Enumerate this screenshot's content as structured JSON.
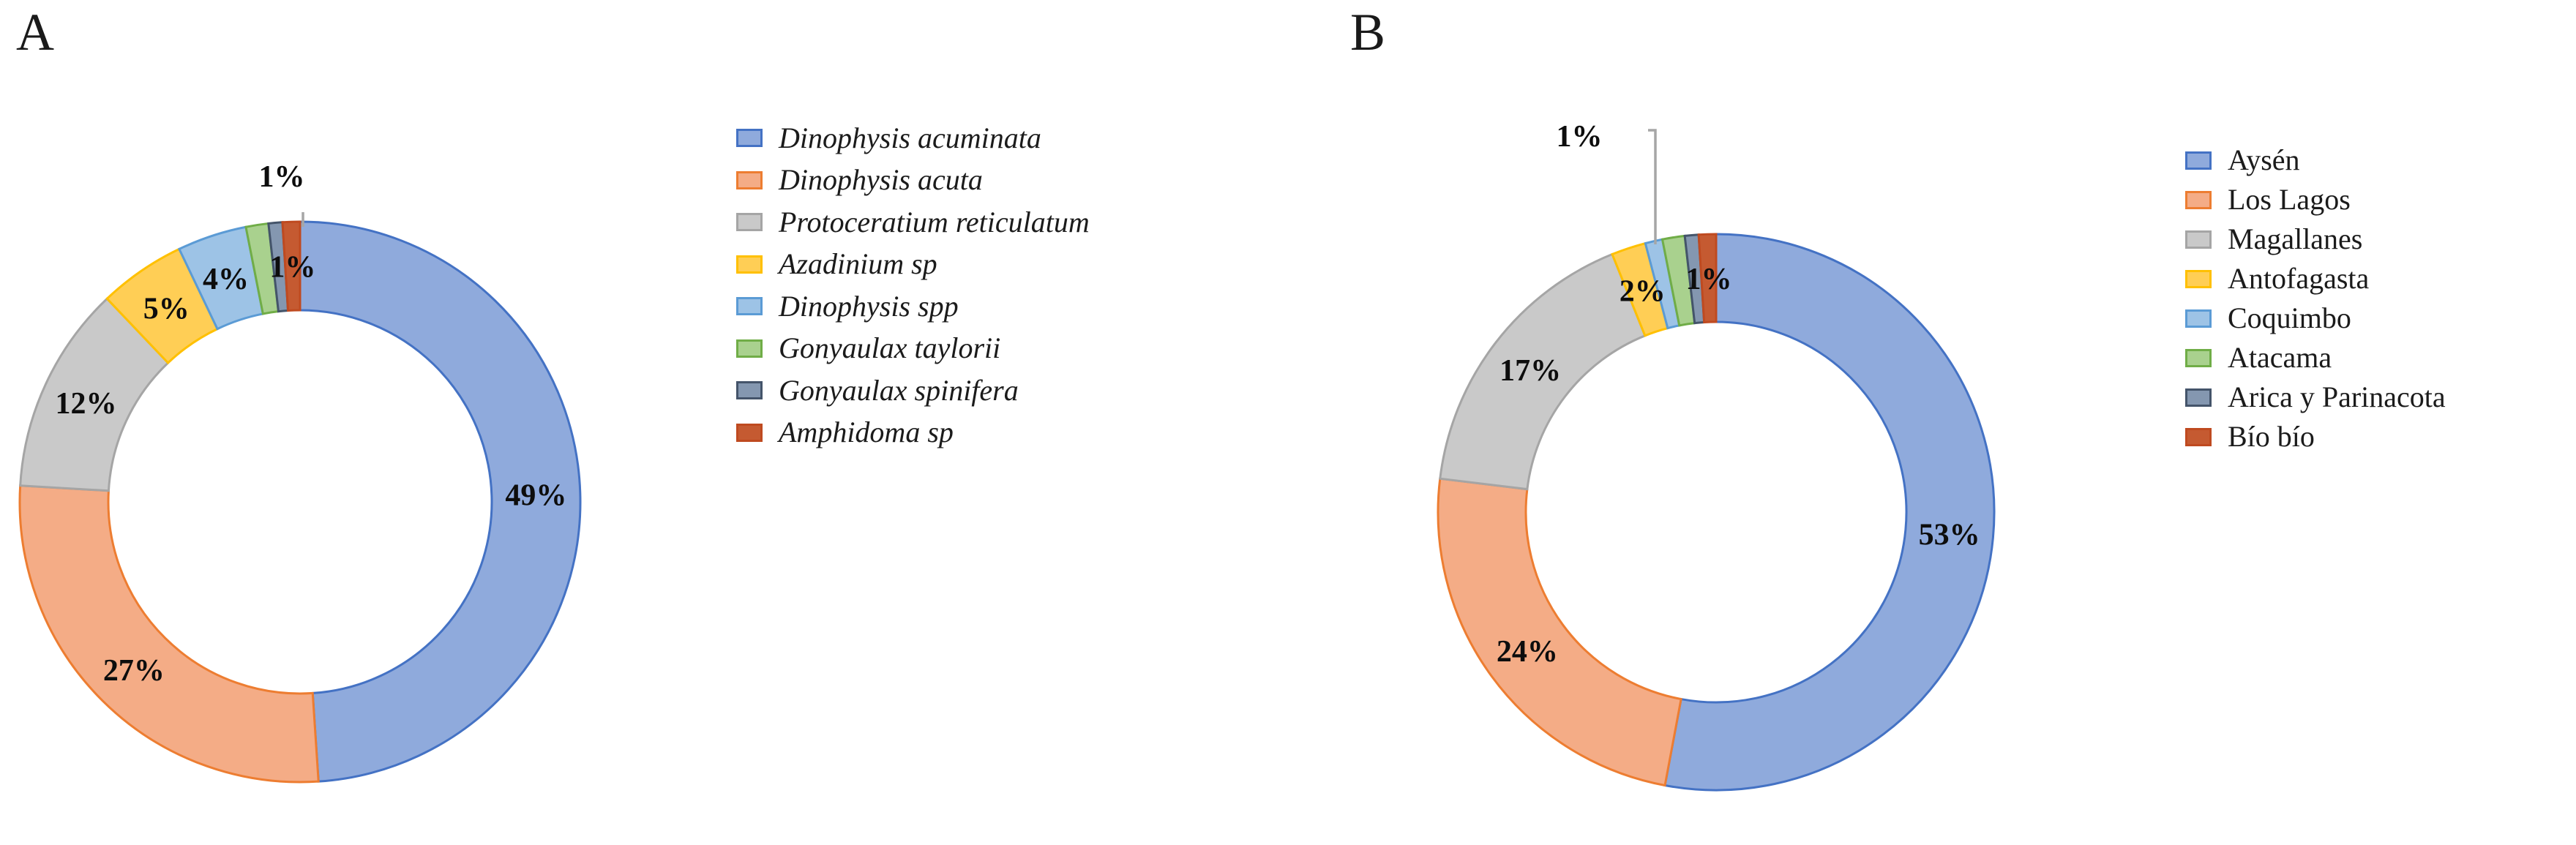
{
  "panels": {
    "a": {
      "letter": "A"
    },
    "b": {
      "letter": "B"
    }
  },
  "chart_data": [
    {
      "id": "chart-a",
      "type": "pie",
      "variant": "donut",
      "title": "",
      "panel_letter": "A",
      "legend_position": "right",
      "legend_italic": true,
      "value_suffix": "%",
      "categories": [
        "Dinophysis acuminata",
        "Dinophysis acuta",
        "Protoceratium reticulatum",
        "Azadinium sp",
        "Dinophysis spp",
        "Gonyaulax taylorii",
        "Gonyaulax spinifera",
        "Amphidoma sp"
      ],
      "values": [
        49,
        27,
        12,
        5,
        4,
        1.3,
        0.8,
        1
      ],
      "labels": [
        "49%",
        "27%",
        "12%",
        "5%",
        "4%",
        "",
        "",
        "1%"
      ],
      "colors": [
        "#8FAADC",
        "#F4AC86",
        "#C9C9C9",
        "#FFCE55",
        "#9DC3E6",
        "#A9D18E",
        "#8497B0",
        "#C55A31"
      ],
      "stroke_colors": [
        "#4472C4",
        "#ED7D31",
        "#A5A5A5",
        "#FFC000",
        "#5B9BD5",
        "#70AD47",
        "#44546A",
        "#BF4A20"
      ],
      "callouts": [
        {
          "label": "1%",
          "for": "Amphidoma sp"
        }
      ]
    },
    {
      "id": "chart-b",
      "type": "pie",
      "variant": "donut",
      "title": "",
      "panel_letter": "B",
      "legend_position": "right",
      "legend_italic": false,
      "value_suffix": "%",
      "categories": [
        "Aysén",
        "Los Lagos",
        "Magallanes",
        "Antofagasta",
        "Coquimbo",
        "Atacama",
        "Arica y Parinacota",
        "Bío bío"
      ],
      "values": [
        53,
        24,
        17,
        2,
        1,
        1.3,
        0.8,
        1
      ],
      "labels": [
        "53%",
        "24%",
        "17%",
        "2%",
        "",
        "",
        "",
        "1%"
      ],
      "colors": [
        "#8FAADC",
        "#F4AC86",
        "#C9C9C9",
        "#FFCE55",
        "#9DC3E6",
        "#A9D18E",
        "#8497B0",
        "#C55A31"
      ],
      "stroke_colors": [
        "#4472C4",
        "#ED7D31",
        "#A5A5A5",
        "#FFC000",
        "#5B9BD5",
        "#70AD47",
        "#44546A",
        "#BF4A20"
      ],
      "callouts": [
        {
          "label": "1%",
          "for": "Bío bío"
        }
      ]
    }
  ],
  "legends": {
    "a": {
      "items": [
        {
          "label": "Dinophysis acuminata",
          "color": "#8FAADC",
          "stroke": "#4472C4"
        },
        {
          "label": "Dinophysis acuta",
          "color": "#F4AC86",
          "stroke": "#ED7D31"
        },
        {
          "label": "Protoceratium reticulatum",
          "color": "#C9C9C9",
          "stroke": "#A5A5A5"
        },
        {
          "label": "Azadinium sp",
          "color": "#FFCE55",
          "stroke": "#FFC000"
        },
        {
          "label": "Dinophysis spp",
          "color": "#9DC3E6",
          "stroke": "#5B9BD5"
        },
        {
          "label": "Gonyaulax taylorii",
          "color": "#A9D18E",
          "stroke": "#70AD47"
        },
        {
          "label": "Gonyaulax spinifera",
          "color": "#8497B0",
          "stroke": "#44546A"
        },
        {
          "label": "Amphidoma sp",
          "color": "#C55A31",
          "stroke": "#BF4A20"
        }
      ]
    },
    "b": {
      "items": [
        {
          "label": "Aysén",
          "color": "#8FAADC",
          "stroke": "#4472C4"
        },
        {
          "label": "Los Lagos",
          "color": "#F4AC86",
          "stroke": "#ED7D31"
        },
        {
          "label": "Magallanes",
          "color": "#C9C9C9",
          "stroke": "#A5A5A5"
        },
        {
          "label": "Antofagasta",
          "color": "#FFCE55",
          "stroke": "#FFC000"
        },
        {
          "label": "Coquimbo",
          "color": "#9DC3E6",
          "stroke": "#5B9BD5"
        },
        {
          "label": "Atacama",
          "color": "#A9D18E",
          "stroke": "#70AD47"
        },
        {
          "label": "Arica y Parinacota",
          "color": "#8497B0",
          "stroke": "#44546A"
        },
        {
          "label": "Bío bío",
          "color": "#C55A31",
          "stroke": "#BF4A20"
        }
      ]
    }
  }
}
